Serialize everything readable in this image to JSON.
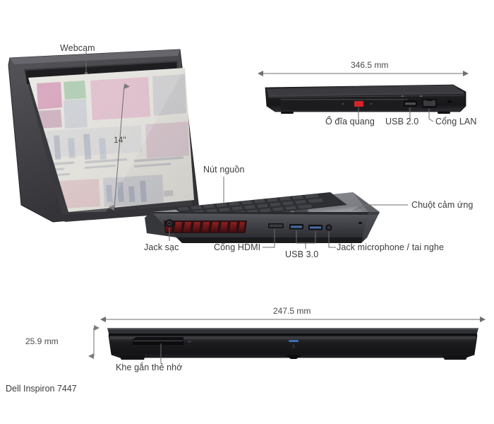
{
  "document": {
    "caption": "Dell Inspiron 7447",
    "product": "Dell Inspiron 7447"
  },
  "views": {
    "open_laptop": {
      "name": "open-laptop-perspective-view",
      "screen_size_label": "14\"",
      "labels": [
        {
          "id": "webcam",
          "text": "Webcam"
        },
        {
          "id": "power-button",
          "text": "Nút nguồn"
        },
        {
          "id": "touchpad",
          "text": "Chuột cảm ứng"
        },
        {
          "id": "power-jack",
          "text": "Jack sạc"
        },
        {
          "id": "hdmi-port",
          "text": "Cổng HDMI"
        },
        {
          "id": "usb30-ports",
          "text": "USB 3.0"
        },
        {
          "id": "audio-jack",
          "text": "Jack microphone / tai nghe"
        }
      ]
    },
    "right_side": {
      "name": "right-side-view",
      "dimension": "346.5 mm",
      "labels": [
        {
          "id": "optical-drive",
          "text": "Ổ đĩa quang"
        },
        {
          "id": "usb20-port",
          "text": "USB 2.0"
        },
        {
          "id": "lan-port",
          "text": "Cổng LAN"
        }
      ]
    },
    "front_view": {
      "name": "front-closed-view",
      "dimension_width": "247.5 mm",
      "dimension_height": "25.9 mm",
      "labels": [
        {
          "id": "card-reader",
          "text": "Khe gắn thẻ nhớ"
        }
      ]
    }
  },
  "colors": {
    "background": "#ffffff",
    "text": "#3b3b3b",
    "leader_line": "#6d6d6d",
    "chassis_dark": "#2a2a2c",
    "chassis_mid": "#3c3c40",
    "chassis_light": "#6f7176",
    "bezel": "#46464a",
    "vent_red": "#6e1416",
    "eject_red": "#d4242a",
    "led_blue": "#3f6fb5"
  }
}
